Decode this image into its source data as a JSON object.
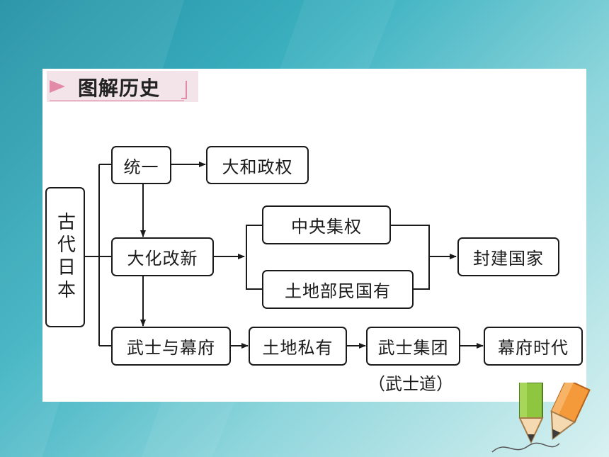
{
  "heading": {
    "title": "图解历史"
  },
  "nodes": {
    "root": "古代日本",
    "unify": "统一",
    "yamato": "大和政权",
    "taika": "大化改新",
    "central": "中央集权",
    "landpublic": "土地部民国有",
    "feudal": "封建国家",
    "samurai": "武士与幕府",
    "landprivate": "土地私有",
    "group": "武士集团",
    "shogunate": "幕府时代"
  },
  "notes": {
    "bushido": "（武士道）"
  },
  "colors": {
    "background": "#3fb3c2",
    "accent": "#e38aa8",
    "border": "#1a1a1a"
  },
  "decorations": {
    "corner": "pencils-illustration"
  }
}
